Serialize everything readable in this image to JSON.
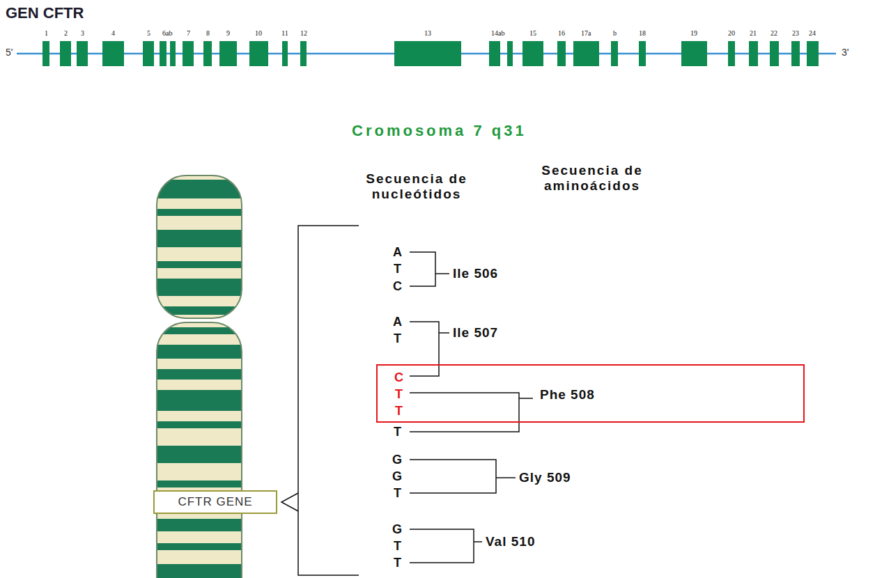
{
  "diagram": {
    "title": "GEN CFTR",
    "nodes": [
      {
        "text": [
          "C",
          "T",
          "T",
          "Phe 508"
        ]
      },
      {
        "text": [
          "CFTR GENE"
        ]
      }
    ],
    "labels": [
      "5'",
      "3'",
      "1",
      "2",
      "3",
      "4",
      "5",
      "6ab",
      "7",
      "8",
      "9",
      "10",
      "11",
      "12",
      "13",
      "14ab",
      "15",
      "16",
      "17a",
      "b",
      "18",
      "19",
      "20",
      "21",
      "22",
      "23",
      "24",
      "Cromosoma 7 q31",
      "Secuencia de nucleótidos",
      "Secuencia de aminoácidos",
      "A",
      "T",
      "C",
      "A",
      "T",
      "T",
      "G",
      "G",
      "T",
      "G",
      "T",
      "T",
      "Ile 506",
      "Ile 507",
      "Gly 509",
      "Val 510"
    ]
  }
}
